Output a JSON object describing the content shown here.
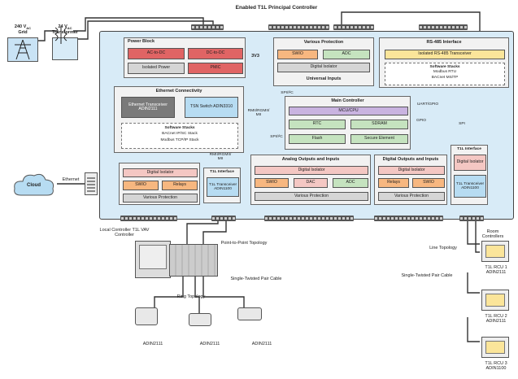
{
  "title": "Enabled T1L Principal Controller",
  "grid": {
    "label_line1": "240 V",
    "label_sub1": "AC",
    "label_line2": "Grid"
  },
  "transformer": {
    "label_line1": "24 V",
    "label_sub1": "AC",
    "label_line2": "Transformer"
  },
  "cloud": {
    "label": "Cloud",
    "link_label": "Ethernet"
  },
  "power_block": {
    "title": "Power Block",
    "ac_dc": "AC-to-DC",
    "dc_dc": "DC-to-DC",
    "isolated_power": "Isolated Power",
    "pmic": "PMIC"
  },
  "various_protection_top": {
    "title": "Various Protection",
    "swio": "SWIO",
    "adc": "ADC",
    "digital_isolator": "Digital Isolator",
    "universal_inputs": "Universal Inputs"
  },
  "rs485": {
    "title": "RS-485 Interface",
    "transceiver": "Isolated RS-485 Transceiver",
    "stacks_title": "Software Stacks",
    "stack1": "Modbus RTU",
    "stack2": "BACnet MS/TP"
  },
  "ethernet": {
    "title": "Ethernet Connectivity",
    "transceiver": "Ethernet Transceiver ADIN2111",
    "switch": "TSN Switch ADIN3310",
    "stacks_title": "Software Stacks",
    "stack1": "BACnet IP/SC Stack",
    "stack2": "Modbus TCP/IP Stack"
  },
  "main_controller": {
    "title": "Main Controller",
    "mcu": "MCU/CPU",
    "rtc": "RTC",
    "sdram": "SDRAM",
    "flash": "Flash",
    "secure": "Secure Element"
  },
  "bus_labels": {
    "v33": "3V3",
    "spi_i2c_top": "SPI/I²C",
    "rmii_top": "RMII/RGMII/ MII",
    "spi_i2c_mid": "SPI/I²C",
    "rmii_left": "RMII/RGMII/ MII",
    "uart": "UART/GPIO",
    "gpio": "GPIO",
    "spi": "SPI"
  },
  "left_io": {
    "digital_isolator": "Digital Isolator",
    "swio": "SWIO",
    "relays": "Relays",
    "various_protection": "Various Protection"
  },
  "t1l_left": {
    "title": "T1L Interface",
    "transceiver": "T1L Transceiver ADIN1100"
  },
  "analog_io": {
    "title": "Analog Outputs and Inputs",
    "digital_isolator": "Digital Isolator",
    "swio": "SWIO",
    "dac": "DAC",
    "adc": "ADC",
    "various_protection": "Various Protection"
  },
  "digital_io": {
    "title": "Digital Outputs and Inputs",
    "digital_isolator": "Digital Isolator",
    "relays": "Relays",
    "swio": "SWIO",
    "various_protection": "Various Protection"
  },
  "t1l_right": {
    "title": "T1L Interface",
    "digital_isolator": "Digital Isolator",
    "transceiver": "T1L Transceiver ADIN1100"
  },
  "bottom": {
    "local_controller": "Local Controller T1L VAV Controller",
    "p2p": "Point-to-Point Topology",
    "single_pair": "Single-Twisted Pair Cable",
    "ring": "Ring Topology",
    "adin1": "ADIN2111",
    "adin2": "ADIN2111",
    "adin3": "ADIN2111"
  },
  "right_side": {
    "room_controllers": "Room Controllers",
    "line_topology": "Line Topology",
    "single_pair": "Single-Twisted Pair Cable",
    "rcu1": "T1L RCU 1 ADIN2111",
    "rcu2": "T1L RCU 2 ADIN2111",
    "rcu3": "T1L RCU 3 ADIN1100"
  },
  "colors": {
    "red": "#e06464",
    "pink": "#f4c7c3",
    "blue": "#b7dcf2",
    "green": "#c5e3bf",
    "orange": "#f7b780",
    "purple": "#c9b3e0",
    "yellow": "#fbe59a",
    "frame": "#d8ebf7"
  }
}
